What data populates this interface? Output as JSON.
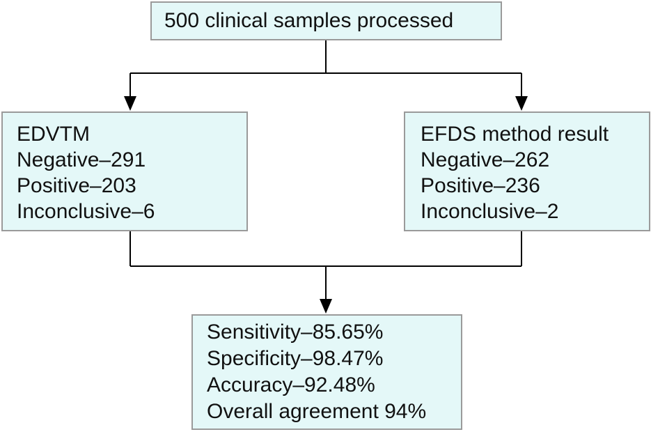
{
  "top_box": {
    "text": "500 clinical samples processed"
  },
  "left_box": {
    "title": "EDVTM",
    "lines": [
      "Negative–291",
      "Positive–203",
      "Inconclusive–6"
    ]
  },
  "right_box": {
    "title": "EFDS method result",
    "lines": [
      "Negative–262",
      "Positive–236",
      "Inconclusive–2"
    ]
  },
  "bottom_box": {
    "lines": [
      "Sensitivity–85.65%",
      "Specificity–98.47%",
      "Accuracy–92.48%",
      "Overall agreement 94%"
    ]
  },
  "colors": {
    "box_fill": "#e4f8f8",
    "box_border": "#9a9a9a",
    "connector": "#000000"
  }
}
